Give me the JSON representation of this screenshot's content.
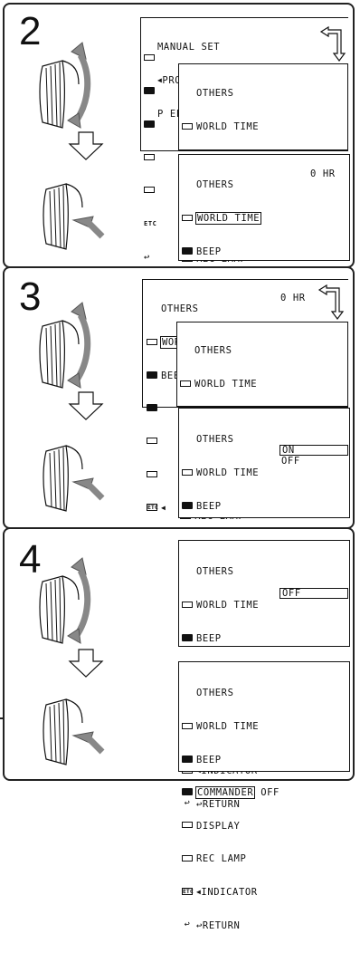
{
  "steps": [
    "2",
    "3",
    "4"
  ],
  "manual_set": {
    "title": "MANUAL SET",
    "items": [
      "PROGRAM AE",
      "P EFFECT"
    ],
    "etc_label": "ETC",
    "return_glyph": "↩"
  },
  "others": {
    "title": "OTHERS",
    "items": [
      "WORLD TIME",
      "BEEP",
      "COMMANDER",
      "DISPLAY",
      "REC LAMP",
      "INDICATOR"
    ],
    "return_label": "RETURN",
    "return_glyph": "↩",
    "etc_label": "ETC"
  },
  "values": {
    "world_time": "0 HR",
    "on": "ON",
    "off": "OFF"
  }
}
